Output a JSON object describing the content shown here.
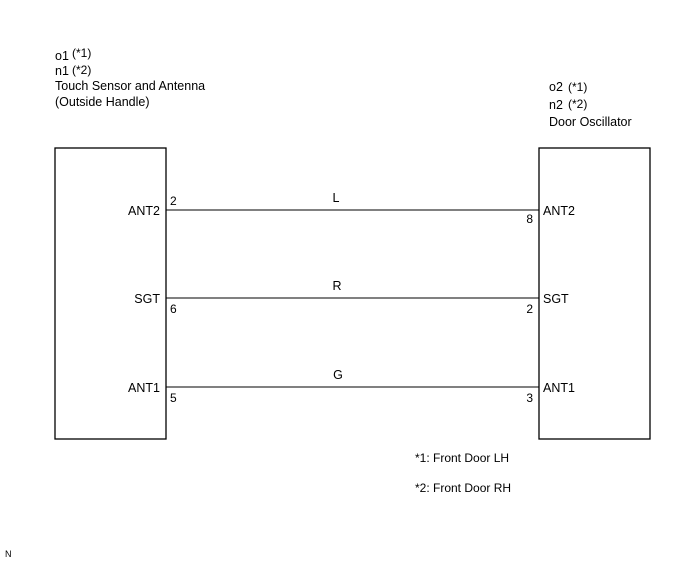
{
  "left_component": {
    "code_1": "o1",
    "code_1_ref": "(*1)",
    "code_2": "n1",
    "code_2_ref": "(*2)",
    "name_line1": "Touch Sensor and Antenna",
    "name_line2": "(Outside Handle)"
  },
  "right_component": {
    "code_1": "o2",
    "code_1_ref": "(*1)",
    "code_2": "n2",
    "code_2_ref": "(*2)",
    "name_line1": "Door Oscillator"
  },
  "wires": [
    {
      "color": "L",
      "left_terminal": "ANT2",
      "left_pin": "2",
      "right_terminal": "ANT2",
      "right_pin": "8"
    },
    {
      "color": "R",
      "left_terminal": "SGT",
      "left_pin": "6",
      "right_terminal": "SGT",
      "right_pin": "2"
    },
    {
      "color": "G",
      "left_terminal": "ANT1",
      "left_pin": "5",
      "right_terminal": "ANT1",
      "right_pin": "3"
    }
  ],
  "notes": [
    "*1: Front Door LH",
    "*2: Front Door RH"
  ],
  "corner_mark": "N"
}
